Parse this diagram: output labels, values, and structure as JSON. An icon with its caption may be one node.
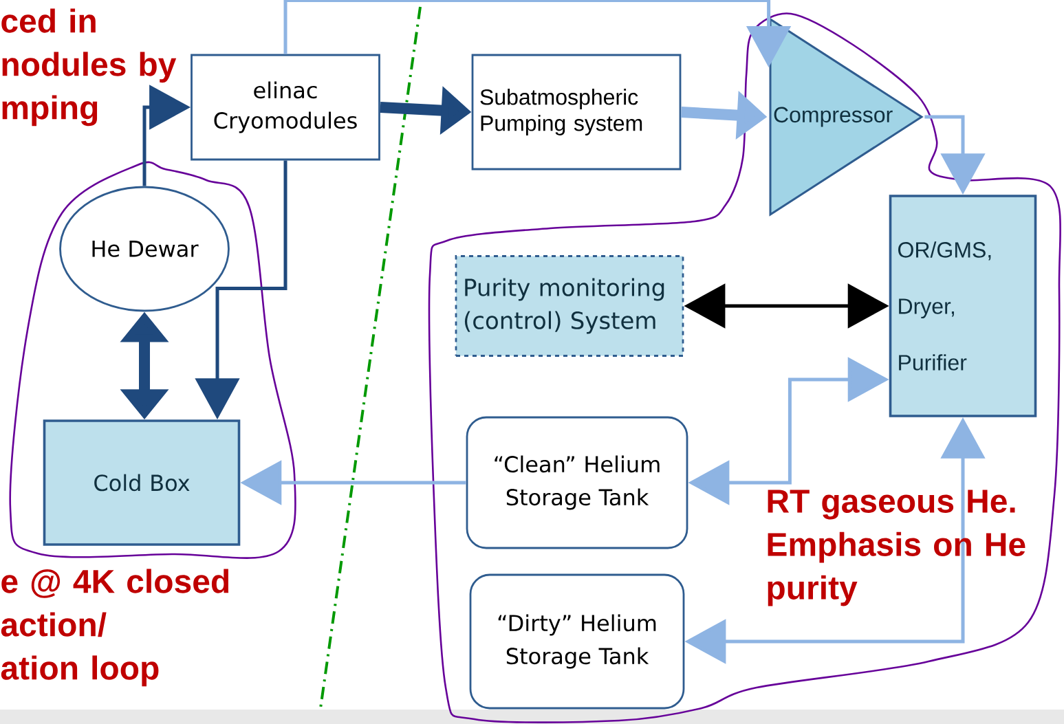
{
  "diagram": {
    "nodes": [
      {
        "text": [
          "elinac Cryomodules"
        ]
      },
      {
        "text": [
          "Subatmospheric Pumping system"
        ]
      },
      {
        "text": [
          "Compressor"
        ]
      },
      {
        "text": [
          "He Dewar"
        ]
      },
      {
        "text": [
          "Purity monitoring (control) System"
        ]
      },
      {
        "text": [
          "OR/GMS,",
          "Dryer,",
          "Purifier"
        ]
      },
      {
        "text": [
          "Cold Box"
        ]
      },
      {
        "text": [
          "“Clean” Helium Storage Tank"
        ]
      },
      {
        "text": [
          "“Dirty” Helium Storage Tank"
        ]
      }
    ],
    "edges": [
      {
        "from": 3,
        "to": 0,
        "arrow": "to",
        "color": "#1f497d"
      },
      {
        "from": 0,
        "to": 1,
        "arrow": "to",
        "style": "thick",
        "color": "#1f497d"
      },
      {
        "from": 1,
        "to": 2,
        "arrow": "to",
        "style": "thick"
      },
      {
        "from": 0,
        "to": 2,
        "arrow": "to"
      },
      {
        "from": 2,
        "to": 5,
        "arrow": "to"
      },
      {
        "from": 0,
        "to": 6,
        "arrow": "to",
        "color": "#1f497d"
      },
      {
        "from": 3,
        "to": 6,
        "arrow": "both",
        "style": "thick",
        "color": "#1f497d"
      },
      {
        "from": 4,
        "to": 5,
        "arrow": "both",
        "color": "#000000"
      },
      {
        "from": 7,
        "to": 5,
        "arrow": "both"
      },
      {
        "from": 7,
        "to": 6,
        "arrow": "to"
      },
      {
        "from": 5,
        "to": 8,
        "arrow": "both"
      }
    ],
    "labels": [
      "ced in nodules by mping",
      "e @ 4K closed",
      "action/",
      "ation loop",
      "RT gaseous He. Emphasis on He purity"
    ]
  }
}
